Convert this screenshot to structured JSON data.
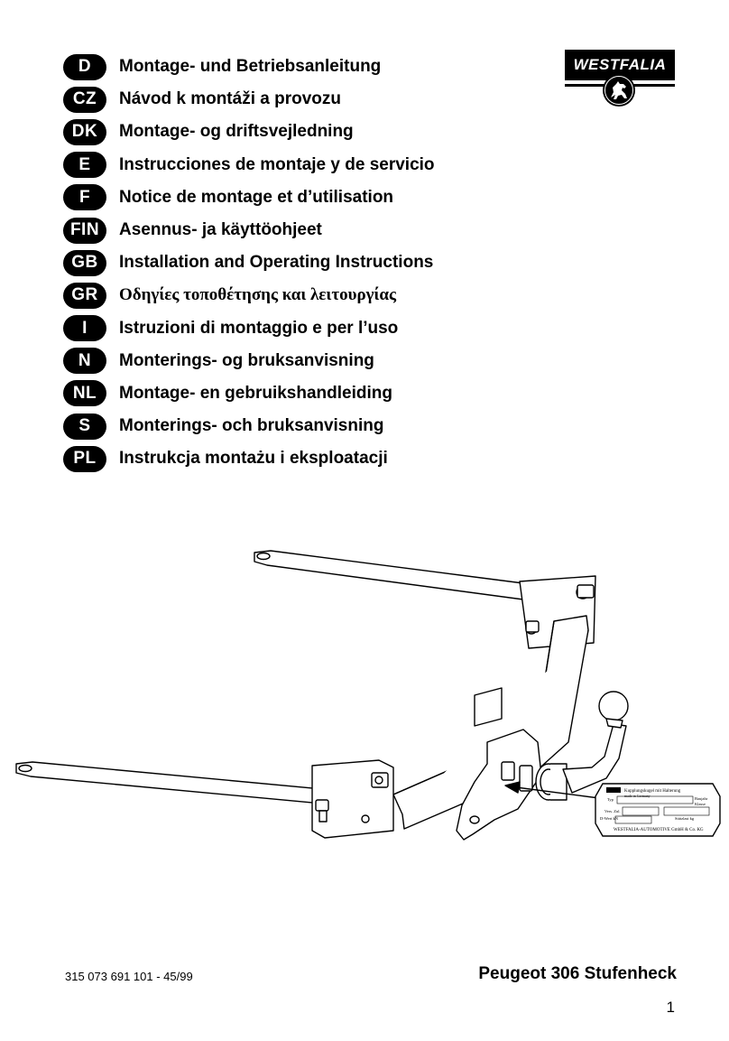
{
  "languages": [
    {
      "code": "D",
      "title": "Montage- und Betriebsanleitung"
    },
    {
      "code": "CZ",
      "title": "Návod k montáži a provozu"
    },
    {
      "code": "DK",
      "title": "Montage- og driftsvejledning"
    },
    {
      "code": "E",
      "title": "Instrucciones de montaje y de servicio"
    },
    {
      "code": "F",
      "title": "Notice de montage et d’utilisation"
    },
    {
      "code": "FIN",
      "title": "Asennus- ja käyttöohjeet"
    },
    {
      "code": "GB",
      "title": "Installation and Operating Instructions"
    },
    {
      "code": "GR",
      "title": "Οδηγίες τοποθέτησης και λειτουργίας"
    },
    {
      "code": "I",
      "title": "Istruzioni di montaggio e per l’uso"
    },
    {
      "code": "N",
      "title": "Monterings- og bruksanvisning"
    },
    {
      "code": "NL",
      "title": "Montage- en gebruikshandleiding"
    },
    {
      "code": "S",
      "title": "Monterings- och bruksanvisning"
    },
    {
      "code": "PL",
      "title": "Instrukcja montażu i eksploatacji"
    }
  ],
  "logo": {
    "text": "WESTFALIA",
    "emblem": "horse-emblem-icon"
  },
  "plate": {
    "top_label": "Kupplungskugel mit Halterung",
    "top_sublabel": "made in Germany",
    "typ": "Typ",
    "baujahr": "Baujahr",
    "klasse": "Klasse",
    "vers": "Vers. Zul.",
    "d_wert": "D-Wert kN",
    "stuetzlast": "Stützlast kg",
    "maker": "WESTFALIA-AUTOMOTIVE GmbH & Co. KG"
  },
  "footer": {
    "doc_number": "315 073 691 101 - 45/99",
    "model": "Peugeot 306 Stufenheck",
    "page": "1"
  },
  "colors": {
    "ink": "#000000",
    "paper": "#ffffff"
  }
}
